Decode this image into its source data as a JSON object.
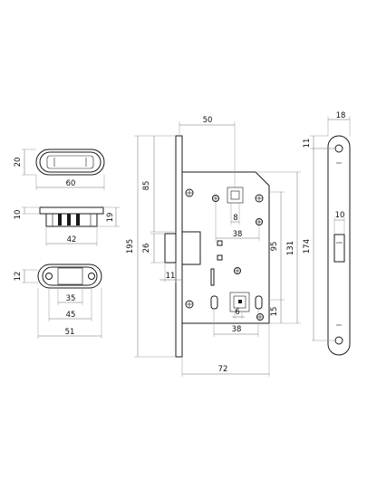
{
  "colors": {
    "line": "#1a1a1a",
    "dimension": "#6a6a6a",
    "background": "#ffffff"
  },
  "dimensions": {
    "strike_width": "60",
    "strike_height": "20",
    "plate_width": "42",
    "plate_height": "10",
    "plate_depth": "19",
    "bottom_plate_width": "51",
    "bottom_plate_inner": "45",
    "bottom_plate_slot": "35",
    "bottom_plate_height": "12",
    "backset": "50",
    "top_to_spindle": "85",
    "overall_height": "195",
    "latch_height": "26",
    "latch_projection": "11",
    "spindle_square": "8",
    "spindle_spacing_top": "38",
    "center_distance": "95",
    "height_131": "131",
    "bottom_offset": "15",
    "lower_square": "6",
    "spindle_spacing_bottom": "38",
    "case_depth": "72",
    "faceplate_width": "18",
    "faceplate_top_offset": "11",
    "faceplate_slot": "10",
    "faceplate_height": "174"
  }
}
